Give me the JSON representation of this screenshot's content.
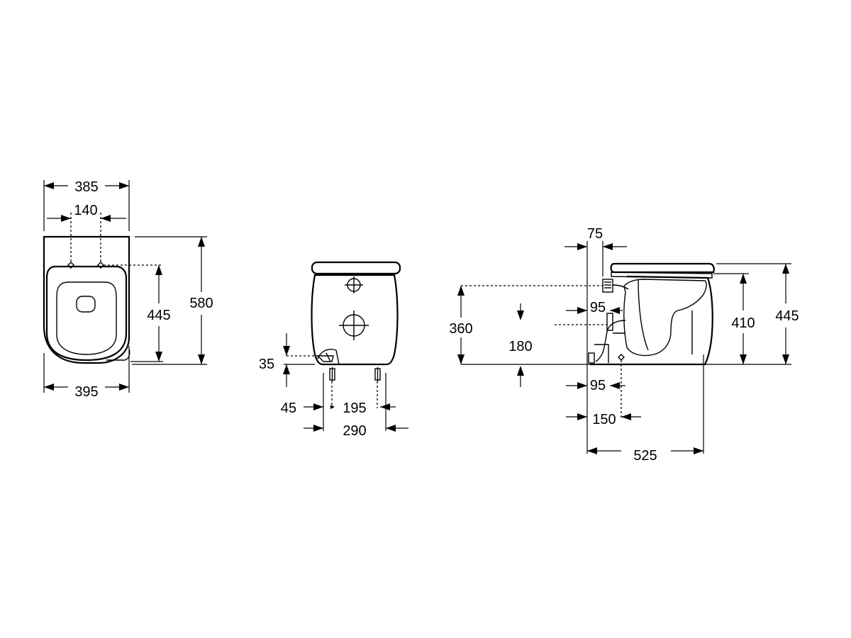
{
  "views": {
    "top": {
      "dims": {
        "overall_width": "385",
        "fixing_centres": "140",
        "front_to_fixing": "445",
        "overall_length": "580",
        "base_width": "395"
      }
    },
    "back": {
      "dims": {
        "inlet_height": "35",
        "inlet_offset": "45",
        "fixing_to_waste": "195",
        "inlet_to_waste": "290"
      }
    },
    "side": {
      "dims": {
        "wall_offset": "75",
        "pipe_height": "360",
        "waste_height": "180",
        "upper_offset": "95",
        "lower_offset": "95",
        "fixing_offset": "150",
        "overall_depth": "525",
        "rim_height": "410",
        "seat_height": "445"
      }
    }
  }
}
